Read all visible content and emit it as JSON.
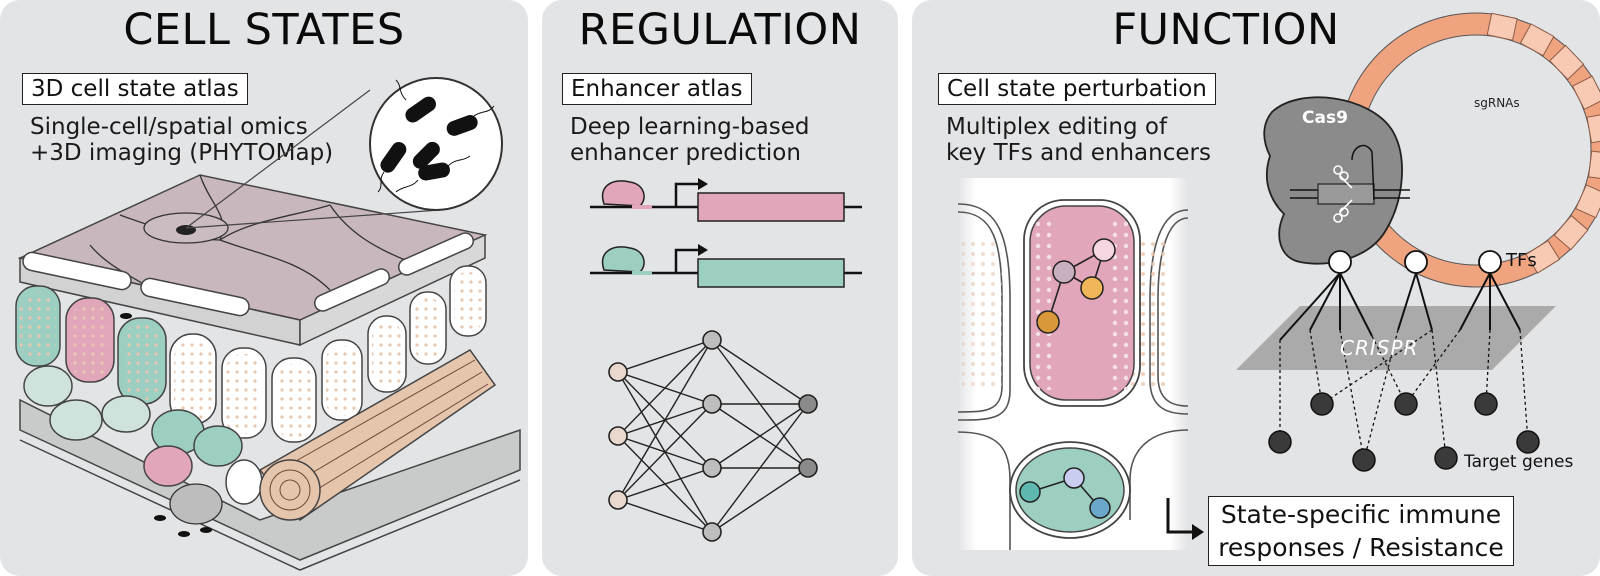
{
  "panels": {
    "cell_states": {
      "title": "CELL STATES",
      "label": "3D cell state atlas",
      "desc_line1": "Single-cell/spatial omics",
      "desc_line2": "+3D imaging (PHYTOMap)"
    },
    "regulation": {
      "title": "REGULATION",
      "label": "Enhancer atlas",
      "desc_line1": "Deep learning-based",
      "desc_line2": "enhancer prediction"
    },
    "function": {
      "title": "FUNCTION",
      "label": "Cell state perturbation",
      "desc_line1": "Multiplex editing of",
      "desc_line2": "key TFs and enhancers",
      "cas9": "Cas9",
      "sgrnas": "sgRNAs",
      "tfs": "TFs",
      "crispr": "CRISPR",
      "target_genes": "Target genes",
      "result_line1": "State-specific immune",
      "result_line2": "responses / Resistance"
    }
  },
  "colors": {
    "panel_bg": "#e3e4e6",
    "pink": "#e2a6bb",
    "teal": "#9ccfc2",
    "salmon": "#f0a37f",
    "tan": "#e8c8b0",
    "cas9_gray": "#8b8b8b"
  }
}
